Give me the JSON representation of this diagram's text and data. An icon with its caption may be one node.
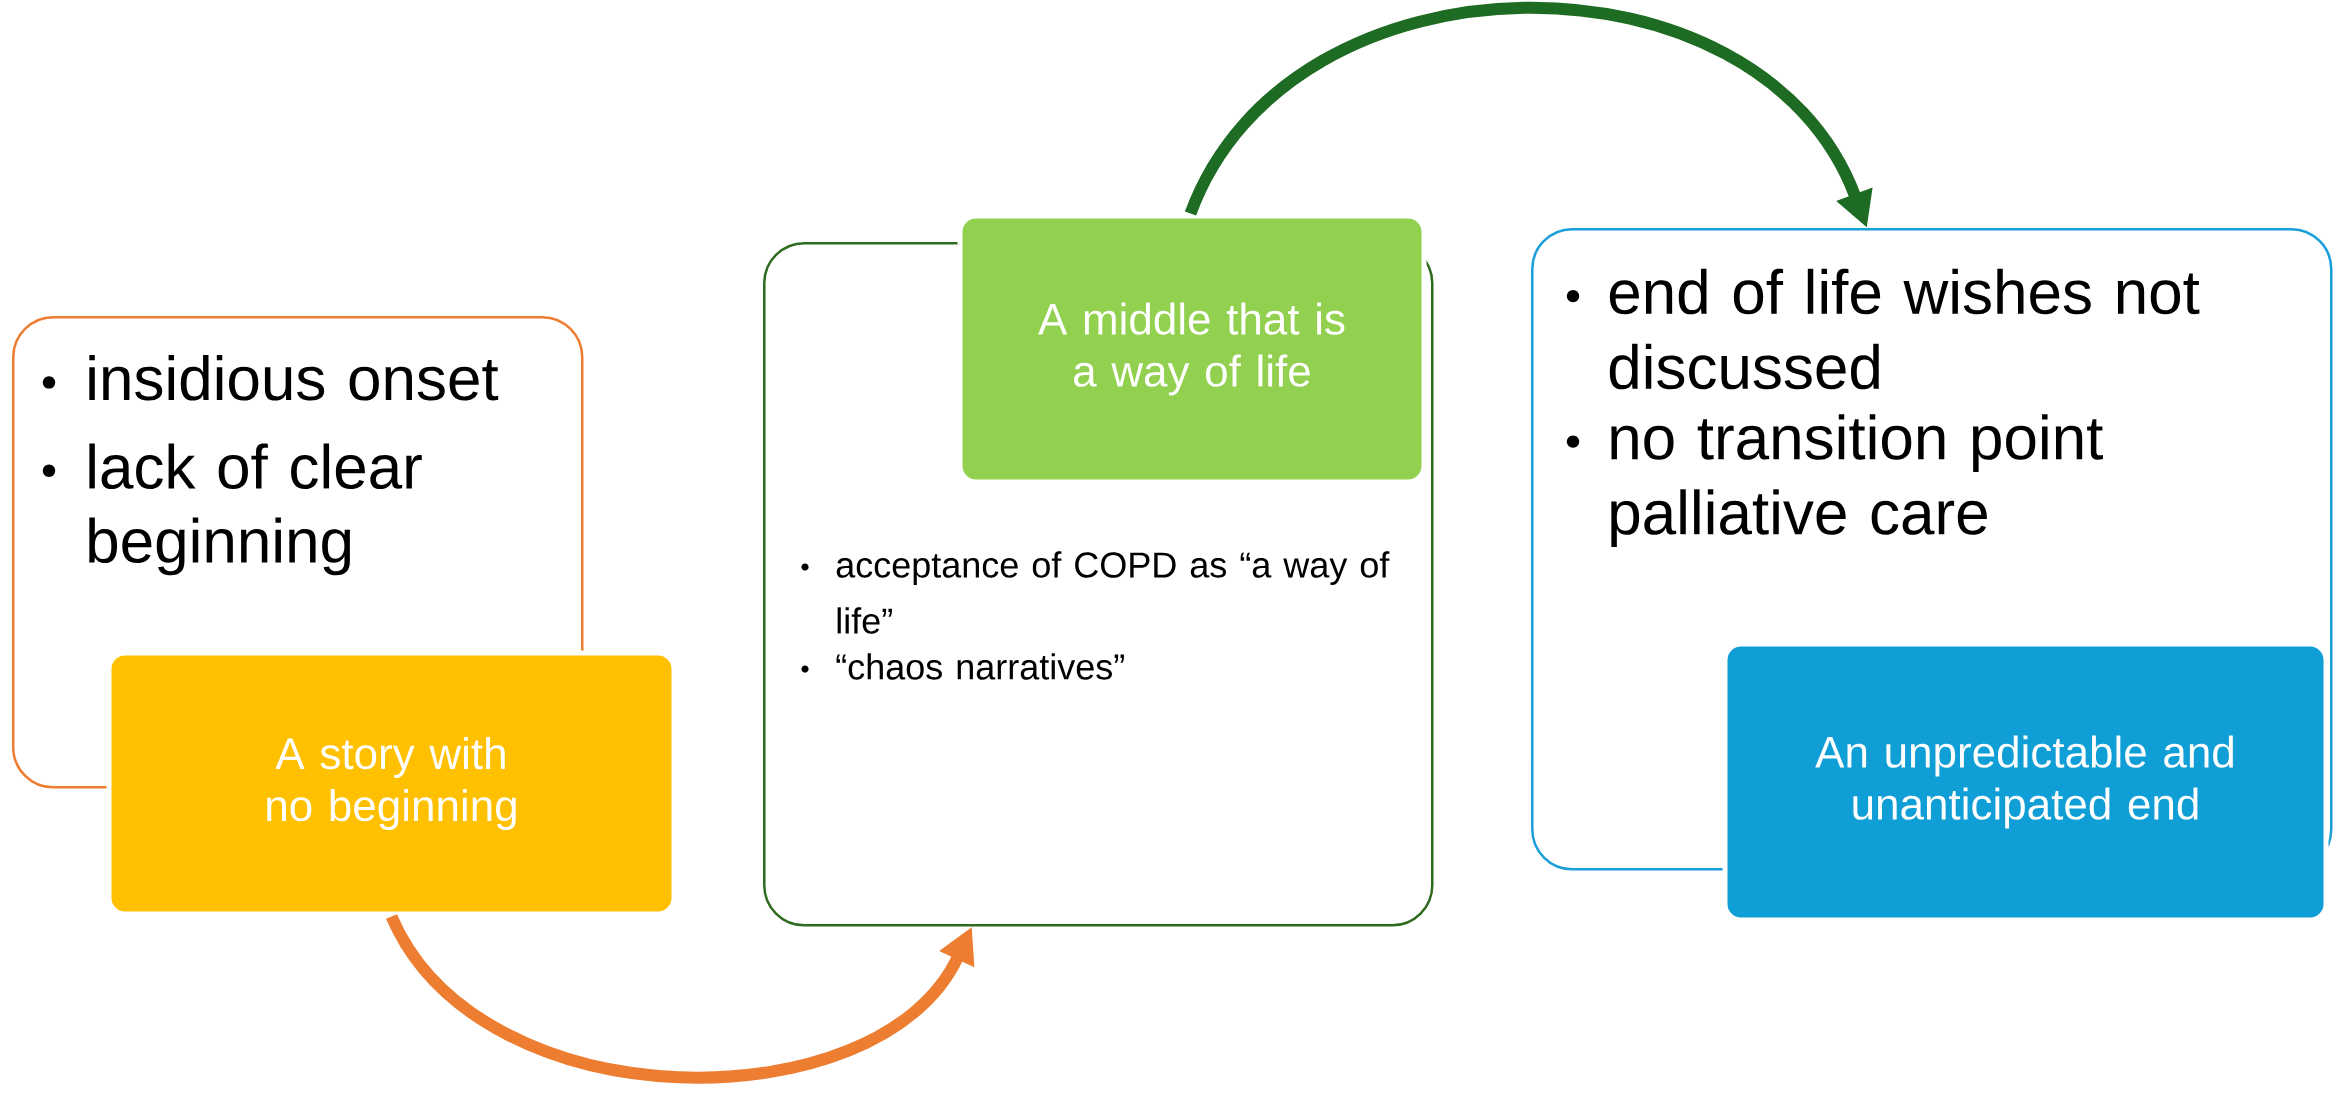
{
  "diagram": {
    "nodes": [
      {
        "text": [
          "insidious onset",
          "lack of clear beginning"
        ]
      },
      {
        "text": [
          "A story with no beginning"
        ]
      },
      {
        "text": [
          "acceptance of COPD as “a way of life”",
          "“chaos narratives”"
        ]
      },
      {
        "text": [
          "A middle that is a way of life"
        ]
      },
      {
        "text": [
          "end of life wishes not discussed",
          "no transition point palliative care"
        ]
      },
      {
        "text": [
          "An unpredictable and unanticipated end"
        ]
      }
    ],
    "edges": [
      {
        "from": 1,
        "to": 2,
        "arrow": "to",
        "color": "#ed7d31"
      },
      {
        "from": 3,
        "to": 4,
        "arrow": "to",
        "color": "#1e6b23"
      }
    ]
  }
}
